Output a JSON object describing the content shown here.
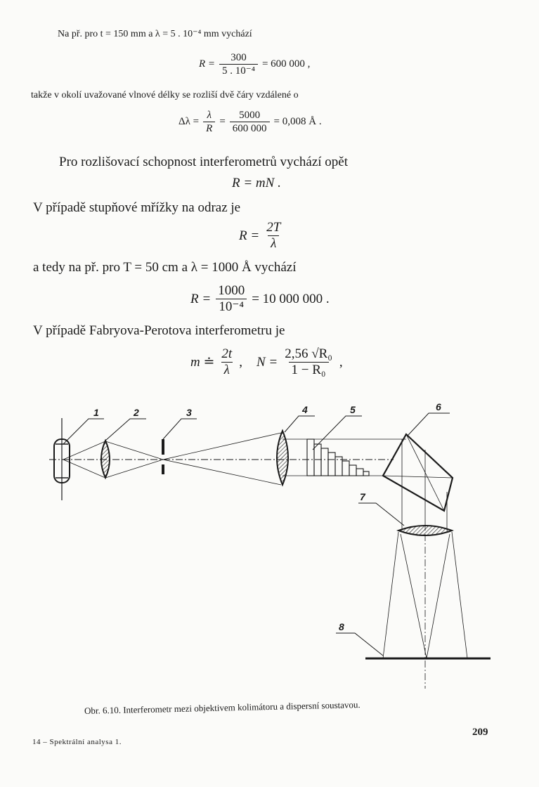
{
  "text": {
    "line1": "Na př. pro t = 150 mm a λ = 5 . 10⁻⁴ mm vychází",
    "eq1_lhs": "R =",
    "eq1_num": "300",
    "eq1_den": "5 . 10⁻⁴",
    "eq1_rhs": "= 600 000 ,",
    "line2": "takže v okolí uvažované vlnové délky se rozliší dvě čáry vzdálené o",
    "eq2_lhs": "Δλ =",
    "eq2_f1_num": "λ",
    "eq2_f1_den": "R",
    "eq2_eq": "=",
    "eq2_f2_num": "5000",
    "eq2_f2_den": "600 000",
    "eq2_rhs": "= 0,008 Å .",
    "para1": "Pro rozlišovací schopnost interferometrů vychází opět",
    "eq3": "R = mN .",
    "para2": "V případě stupňové mřížky na odraz je",
    "eq4_lhs": "R =",
    "eq4_num": "2T",
    "eq4_den": "λ",
    "para3": "a tedy na př. pro T = 50 cm a λ = 1000 Å vychází",
    "eq5_lhs": "R =",
    "eq5_num": "1000",
    "eq5_den": "10⁻⁴",
    "eq5_rhs": "= 10 000 000 .",
    "para4": "V případě Fabryova-Perotova interferometru je",
    "eq6_lhs": "m ≐",
    "eq6_num": "2t",
    "eq6_den": "λ",
    "eq6_sep": ",",
    "eq6_lhs2": "N =",
    "eq6_num2": "2,56 √R₀",
    "eq6_den2": "1 − R₀",
    "eq6_end": ",",
    "caption": "Obr. 6.10. Interferometr mezi objektivem kolimátoru a dispersní soustavou.",
    "footer_left": "14 – Spektrální analysa 1.",
    "page_number": "209"
  },
  "figure_labels": [
    "1",
    "2",
    "3",
    "4",
    "5",
    "6",
    "7",
    "8"
  ]
}
